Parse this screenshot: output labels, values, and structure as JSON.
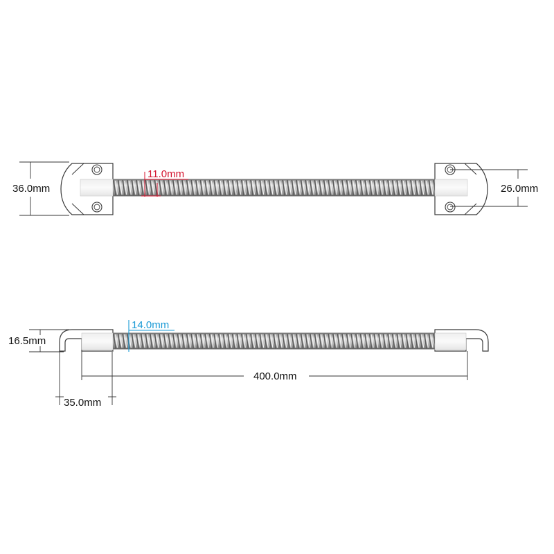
{
  "top_view": {
    "height_label": "36.0mm",
    "hole_spacing_label": "26.0mm",
    "coil_pitch_label": "11.0mm"
  },
  "side_view": {
    "thickness_label": "16.5mm",
    "coil_diameter_label": "14.0mm",
    "length_label": "400.0mm",
    "end_cap_label": "35.0mm"
  },
  "colors": {
    "outline": "#3a3a3a",
    "dimension": "#333333",
    "red_annotation": "#d4112b",
    "blue_annotation": "#1a9ad6",
    "spring_dark": "#6e6e6e",
    "spring_light": "#d8d8d8"
  }
}
